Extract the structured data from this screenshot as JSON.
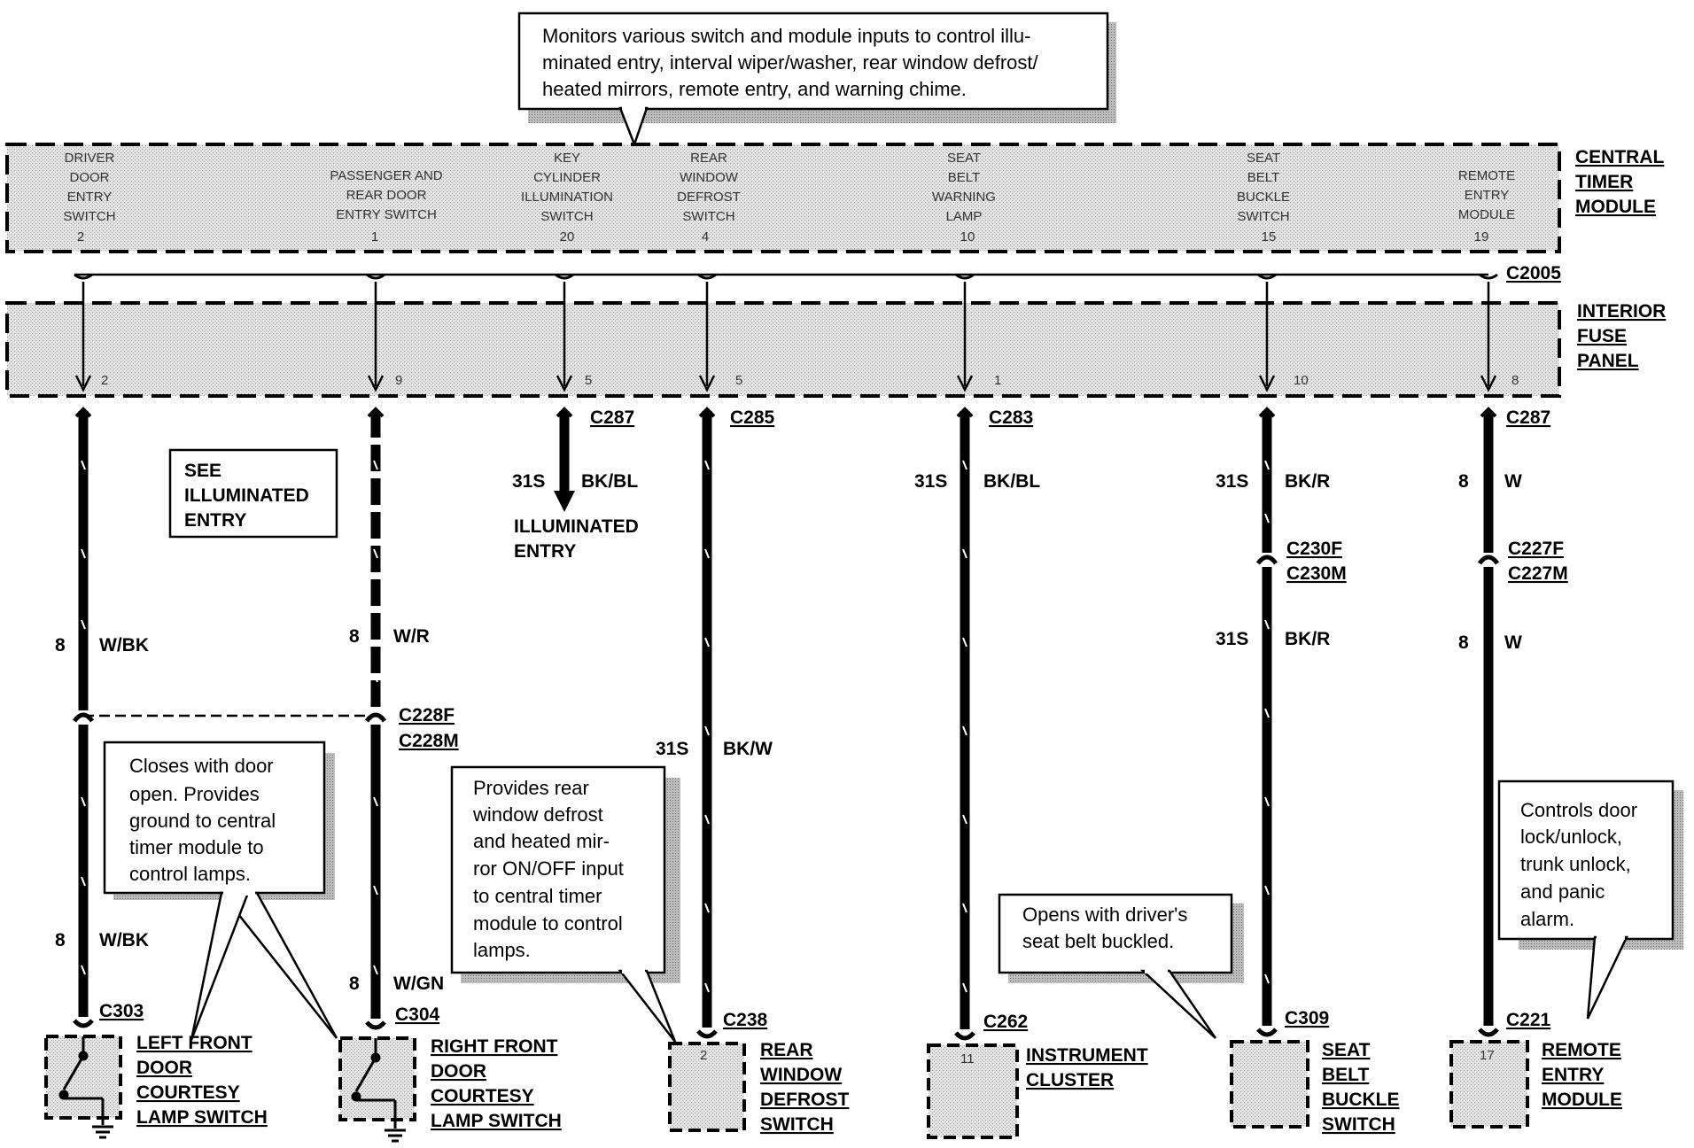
{
  "top_note": {
    "lines": [
      "Monitors various switch and module inputs to control illu-",
      "minated entry, interval wiper/washer, rear window defrost/",
      "heated mirrors, remote entry, and warning chime."
    ]
  },
  "central_timer_module": {
    "title": [
      "CENTRAL",
      "TIMER",
      "MODULE"
    ],
    "inputs": [
      {
        "lines": [
          "DRIVER",
          "DOOR",
          "ENTRY",
          "SWITCH",
          "2"
        ]
      },
      {
        "lines": [
          "PASSENGER AND",
          "REAR DOOR",
          "ENTRY SWITCH",
          "1"
        ]
      },
      {
        "lines": [
          "KEY",
          "CYLINDER",
          "ILLUMINATION",
          "SWITCH",
          "20"
        ]
      },
      {
        "lines": [
          "REAR",
          "WINDOW",
          "DEFROST",
          "SWITCH",
          "4"
        ]
      },
      {
        "lines": [
          "SEAT",
          "BELT",
          "WARNING",
          "LAMP",
          "10"
        ]
      },
      {
        "lines": [
          "SEAT",
          "BELT",
          "BUCKLE",
          "SWITCH",
          "15"
        ]
      },
      {
        "lines": [
          "REMOTE",
          "ENTRY",
          "MODULE",
          "19"
        ]
      }
    ]
  },
  "connector_c2005": "C2005",
  "interior_fuse_panel": {
    "title": [
      "INTERIOR",
      "FUSE",
      "PANEL"
    ],
    "pins": [
      "2",
      "9",
      "5",
      "5",
      "1",
      "10",
      "8"
    ]
  },
  "circuits": {
    "c1": {
      "gauge": "8",
      "color": "W/BK",
      "lower_gauge": "8",
      "lower_color": "W/BK",
      "inline": "C228F",
      "bottom_connector": "C303"
    },
    "c2": {
      "gauge": "8",
      "color": "W/R",
      "inline_f": "C228F",
      "inline_m": "C228M",
      "lower_gauge": "8",
      "lower_color": "W/GN",
      "bottom_connector": "C304"
    },
    "c3": {
      "top_connector": "C287",
      "gauge": "31S",
      "color": "BK/BL",
      "dest": [
        "ILLUMINATED",
        "ENTRY"
      ]
    },
    "c4": {
      "top_connector": "C285",
      "gauge": "31S",
      "color": "BK/W",
      "bottom_connector": "C238"
    },
    "c5": {
      "top_connector": "C283",
      "gauge": "31S",
      "color": "BK/BL",
      "bottom_connector": "C262"
    },
    "c6": {
      "gauge": "31S",
      "color": "BK/R",
      "inline_f": "C230F",
      "inline_m": "C230M",
      "lower_gauge": "31S",
      "lower_color": "BK/R",
      "bottom_connector": "C309"
    },
    "c7": {
      "top_connector": "C287",
      "gauge": "8",
      "color": "W",
      "inline_f": "C227F",
      "inline_m": "C227M",
      "lower_gauge": "8",
      "lower_color": "W",
      "bottom_connector": "C221"
    }
  },
  "see_box": [
    "SEE",
    "ILLUMINATED",
    "ENTRY"
  ],
  "notes": {
    "door": [
      "Closes with door",
      "open. Provides",
      "ground to central",
      "timer module to",
      "control lamps."
    ],
    "defrost": [
      "Provides rear",
      "window defrost",
      "and heated mir-",
      "ror ON/OFF input",
      "to central timer",
      "module to control",
      "lamps."
    ],
    "seatbelt": [
      "Opens with driver's",
      "seat belt buckled."
    ],
    "remote": [
      "Controls door",
      "lock/unlock,",
      "trunk unlock,",
      "and panic",
      "alarm."
    ]
  },
  "components": {
    "left_door": {
      "label": [
        "LEFT FRONT",
        "DOOR",
        "COURTESY",
        "LAMP SWITCH"
      ]
    },
    "right_door": {
      "label": [
        "RIGHT FRONT",
        "DOOR",
        "COURTESY",
        "LAMP SWITCH"
      ]
    },
    "defrost_switch": {
      "pin": "2",
      "label": [
        "REAR",
        "WINDOW",
        "DEFROST",
        "SWITCH"
      ]
    },
    "cluster": {
      "pin": "11",
      "label": [
        "INSTRUMENT",
        "CLUSTER"
      ]
    },
    "buckle": {
      "label": [
        "SEAT",
        "BELT",
        "BUCKLE",
        "SWITCH"
      ]
    },
    "remote_module": {
      "pin": "17",
      "label": [
        "REMOTE",
        "ENTRY",
        "MODULE"
      ]
    }
  }
}
